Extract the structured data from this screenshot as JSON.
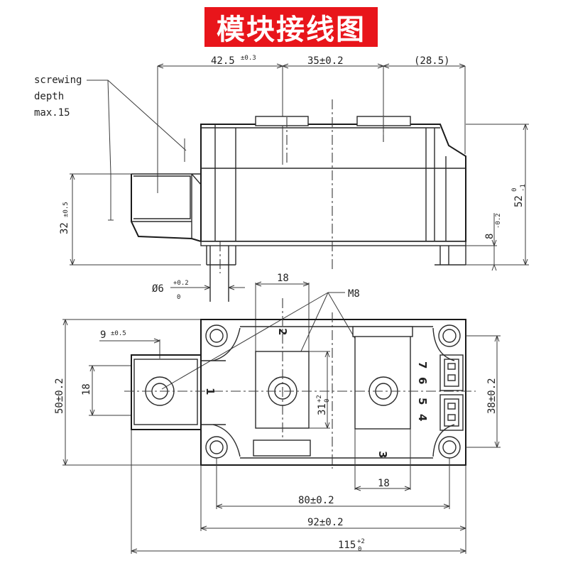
{
  "title": "模块接线图",
  "side_view": {
    "note_line1": "screwing",
    "note_line2": "depth",
    "note_line3": "max.15",
    "dim_top_1": "42.5",
    "dim_top_1_tol": "±0.3",
    "dim_top_2": "35±0.2",
    "dim_top_3": "(28.5)",
    "dim_height_left": "32",
    "dim_height_left_tol": "±0.5",
    "dim_height_right": "52",
    "dim_height_right_tol_top": "0",
    "dim_height_right_tol_bot": "-1",
    "dim_base": "8",
    "dim_base_tol": "-0.2",
    "dim_pin": "Ø6",
    "dim_pin_tol_top": "+0.2",
    "dim_pin_tol_bot": "0"
  },
  "top_view": {
    "dim_18_top": "18",
    "label_m8": "M8",
    "dim_9": "9",
    "dim_9_tol": "±0.5",
    "dim_18_left": "18",
    "dim_50": "50±0.2",
    "dim_31": "31",
    "dim_31_tol_top": "+2",
    "dim_31_tol_bot": "0",
    "dim_38": "38±0.2",
    "dim_18_bottom": "18",
    "dim_80": "80±0.2",
    "dim_92": "92±0.2",
    "dim_115": "115",
    "dim_115_tol_top": "+2",
    "dim_115_tol_bot": "0",
    "pin_1": "1",
    "pin_2": "2",
    "pin_3": "3",
    "pin_4": "4",
    "pin_5": "5",
    "pin_6": "6",
    "pin_7": "7"
  }
}
